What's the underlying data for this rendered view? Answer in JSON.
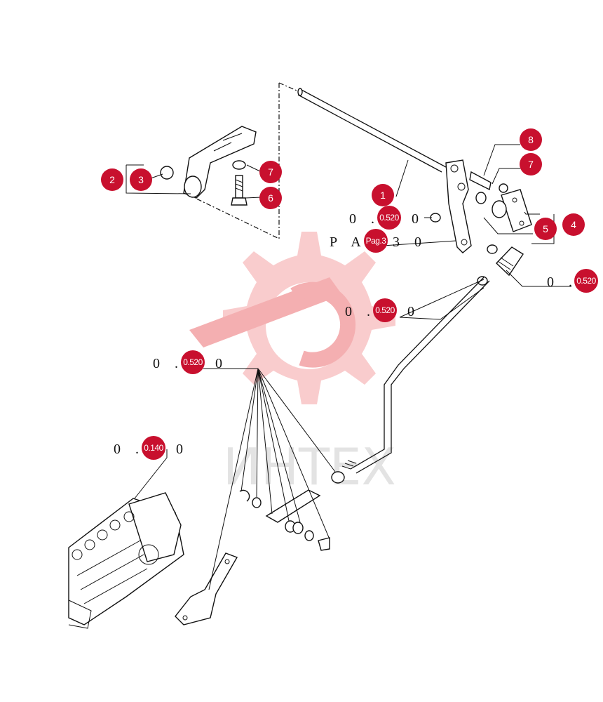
{
  "watermark": {
    "text": "ИНТЕХ",
    "color": "#f6a9ab"
  },
  "callouts": {
    "c1": "1",
    "c2": "2",
    "c3": "3",
    "c4": "4",
    "c5": "5",
    "c6": "6",
    "c7a": "7",
    "c7b": "7",
    "c8": "8"
  },
  "refs": {
    "r1": {
      "prefix": "0 .",
      "badge": "0.520",
      "suffix": "0"
    },
    "r2": {
      "prefix": "P A G",
      "badge": "Pag.3",
      "suffix": "3 0"
    },
    "r3": {
      "prefix": "0 .",
      "badge": "0.520",
      "suffix": ""
    },
    "r4": {
      "prefix": "0 .",
      "badge": "0.520",
      "suffix": "0"
    },
    "r5": {
      "prefix": "0 .",
      "badge": "0.520",
      "suffix": "0"
    },
    "r6": {
      "prefix": "0 .",
      "badge": "0.140",
      "suffix": "0"
    }
  },
  "colors": {
    "badge": "#c8102e",
    "ink": "#111111"
  }
}
